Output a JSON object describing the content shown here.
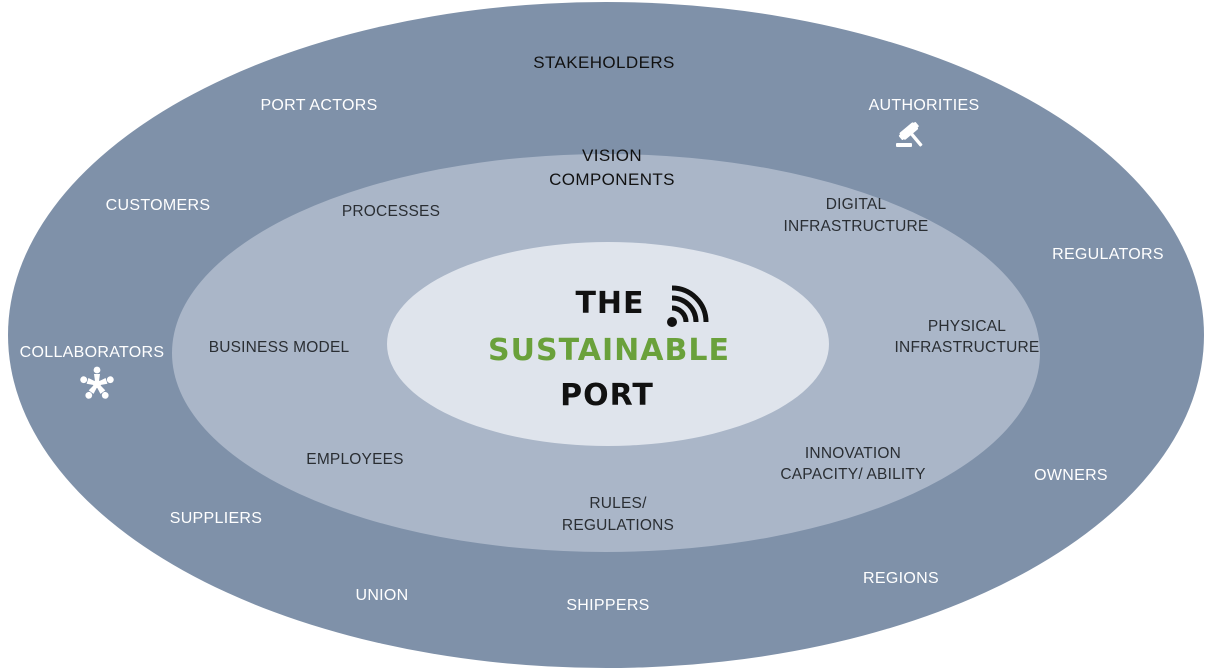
{
  "colors": {
    "outer_ring": "#7f91a9",
    "middle_ring": "#aab6c8",
    "core": "#dfe4ec",
    "green": "#6aa13b",
    "black": "#111111",
    "white": "#ffffff"
  },
  "outer": {
    "title": "STAKEHOLDERS",
    "labels": {
      "port_actors": "PORT ACTORS",
      "authorities": "AUTHORITIES",
      "customers": "CUSTOMERS",
      "regulators": "REGULATORS",
      "collaborators": "COLLABORATORS",
      "owners": "OWNERS",
      "suppliers": "SUPPLIERS",
      "regions": "REGIONS",
      "union": "UNION",
      "shippers": "SHIPPERS"
    },
    "icons": {
      "authorities": "gavel-icon",
      "collaborators": "people-circle-icon"
    }
  },
  "middle": {
    "title_line1": "VISION",
    "title_line2": "COMPONENTS",
    "labels": {
      "processes": "PROCESSES",
      "digital_line1": "DIGITAL",
      "digital_line2": "INFRASTRUCTURE",
      "business_model": "BUSINESS MODEL",
      "physical_line1": "PHYSICAL",
      "physical_line2": "INFRASTRUCTURE",
      "employees": "EMPLOYEES",
      "innovation_line1": "INNOVATION",
      "innovation_line2": "CAPACITY/ ABILITY",
      "rules_line1": "RULES/",
      "rules_line2": "REGULATIONS"
    }
  },
  "core": {
    "line1": "THE",
    "line2": "SUSTAINABLE",
    "line3": "PORT",
    "icon": "wifi-signal-icon"
  }
}
